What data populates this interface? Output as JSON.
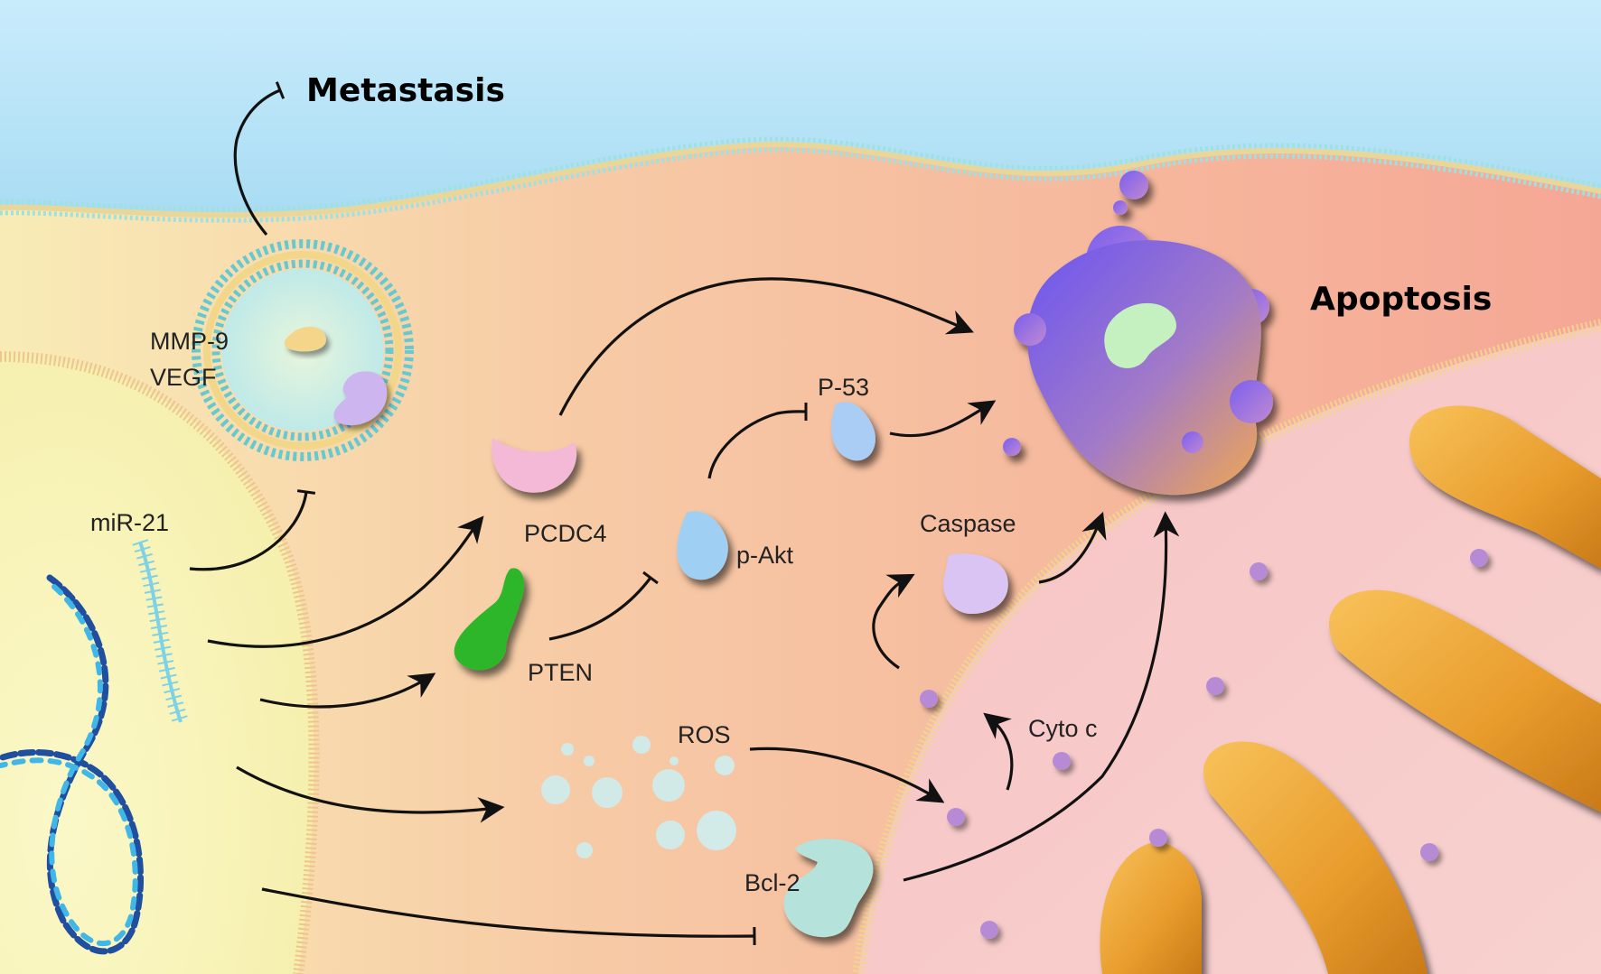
{
  "diagram": {
    "outcomes": {
      "metastasis": "Metastasis",
      "apoptosis": "Apoptosis"
    },
    "mirna": {
      "name": "miR-21"
    },
    "vesicle": {
      "cargo_line1": "MMP-9",
      "cargo_line2": "VEGF"
    },
    "molecules": {
      "pcdc4": "PCDC4",
      "pten": "PTEN",
      "p_akt": "p-Akt",
      "p53": "P-53",
      "caspase": "Caspase",
      "ros": "ROS",
      "bcl2": "Bcl-2",
      "cyto_c": "Cyto c"
    },
    "colors": {
      "extracellular": "#bfe6fb",
      "cytoplasm_warm": "#f6b59e",
      "nucleus": "#f7f4b8",
      "mitochondrion": "#f0a83a",
      "pcdc4": "#f3b9d7",
      "pten": "#2fb62c",
      "p_akt": "#9fd0f3",
      "p53": "#a9cdf4",
      "caspase": "#d9c4f3",
      "bcl2": "#b6e2dc",
      "mmp9": "#f4d58a",
      "vegf": "#cdb6ef",
      "cyto_c": "#b78ad6",
      "ros": "#cdeef0",
      "apoptotic_body": "#7b5cf0"
    }
  }
}
